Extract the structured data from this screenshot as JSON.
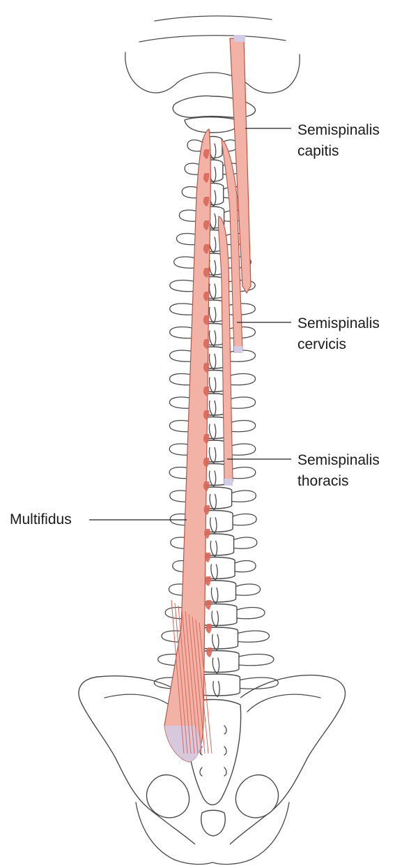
{
  "labels": {
    "semispinalis_capitis": {
      "line1": "Semispinalis",
      "line2": "capitis"
    },
    "semispinalis_cervicis": {
      "line1": "Semispinalis",
      "line2": "cervicis"
    },
    "semispinalis_thoracis": {
      "line1": "Semispinalis",
      "line2": "thoracis"
    },
    "multifidus": "Multifidus"
  },
  "colors": {
    "muscle_fill": "#f2b2a6",
    "muscle_stroke": "#b5554a",
    "muscle_fiber": "#d9675a",
    "tendon": "#d4cbe6",
    "bone_stroke": "#4a4a4a",
    "bone_fill": "#ffffff",
    "leader": "#222222"
  }
}
